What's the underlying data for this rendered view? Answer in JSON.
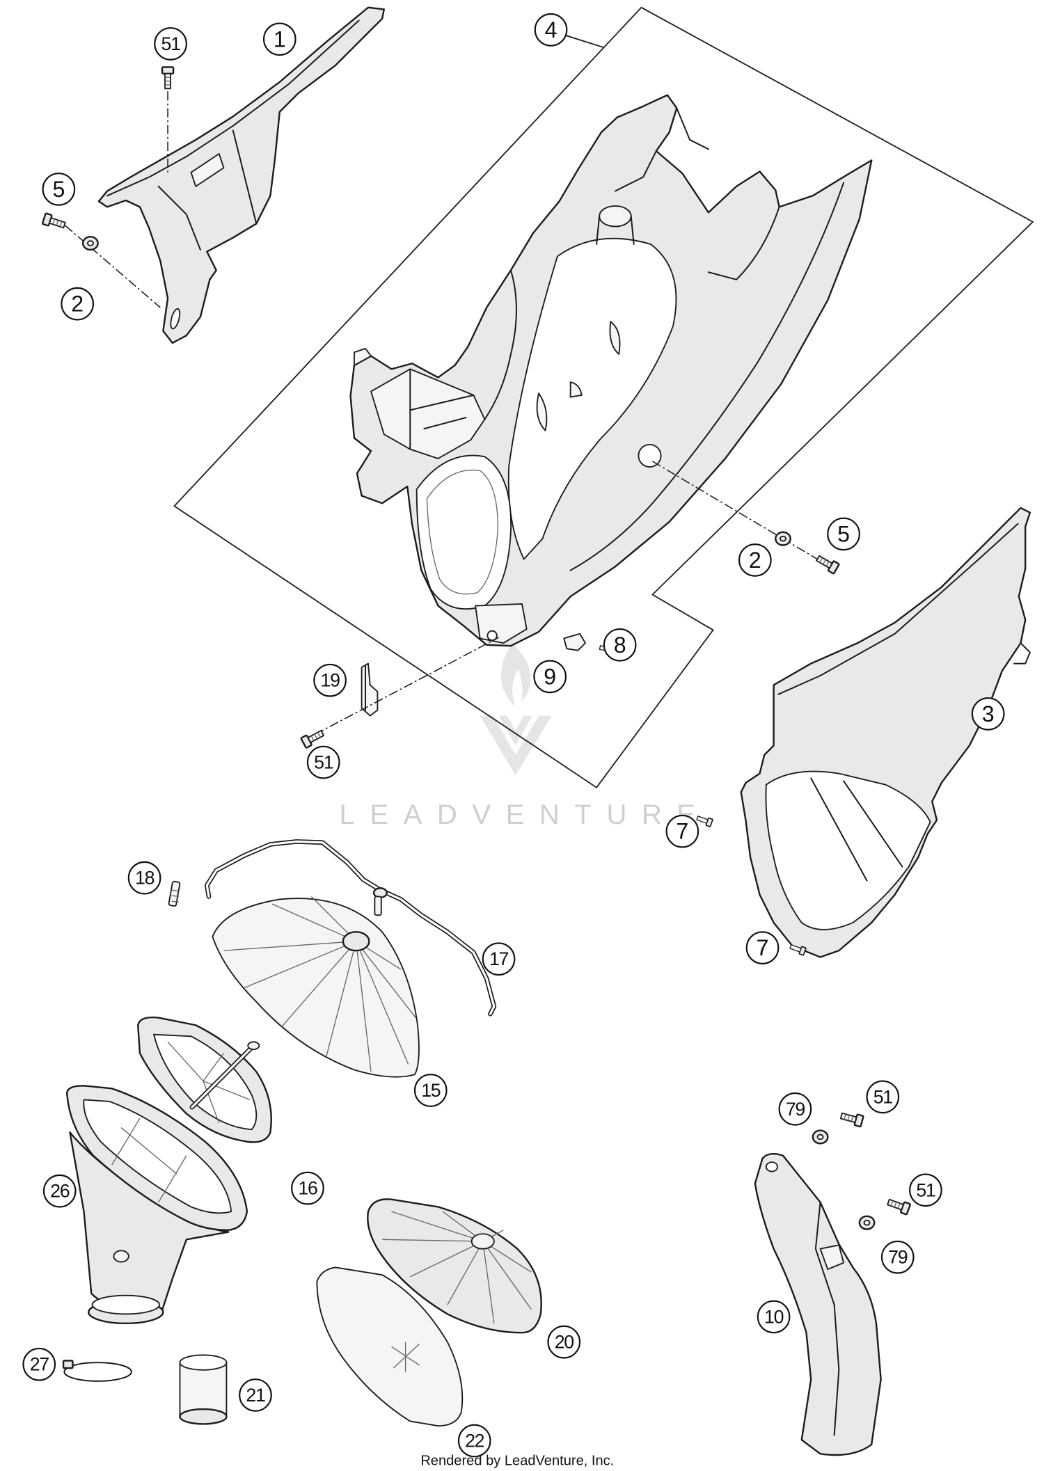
{
  "diagram": {
    "callouts": [
      "51",
      "1",
      "4",
      "5",
      "2",
      "5",
      "2",
      "8",
      "9",
      "19",
      "51",
      "3",
      "7",
      "7",
      "18",
      "17",
      "15",
      "16",
      "26",
      "79",
      "51",
      "51",
      "79",
      "10",
      "20",
      "27",
      "21",
      "22"
    ],
    "watermark": "LEADVENTURE",
    "footer": "Rendered by LeadVenture, Inc."
  },
  "colors": {
    "background": "#ffffff",
    "line": "#1c1c1c",
    "part_fill": "#e9e9e9",
    "watermark": "#cfcfcf"
  }
}
